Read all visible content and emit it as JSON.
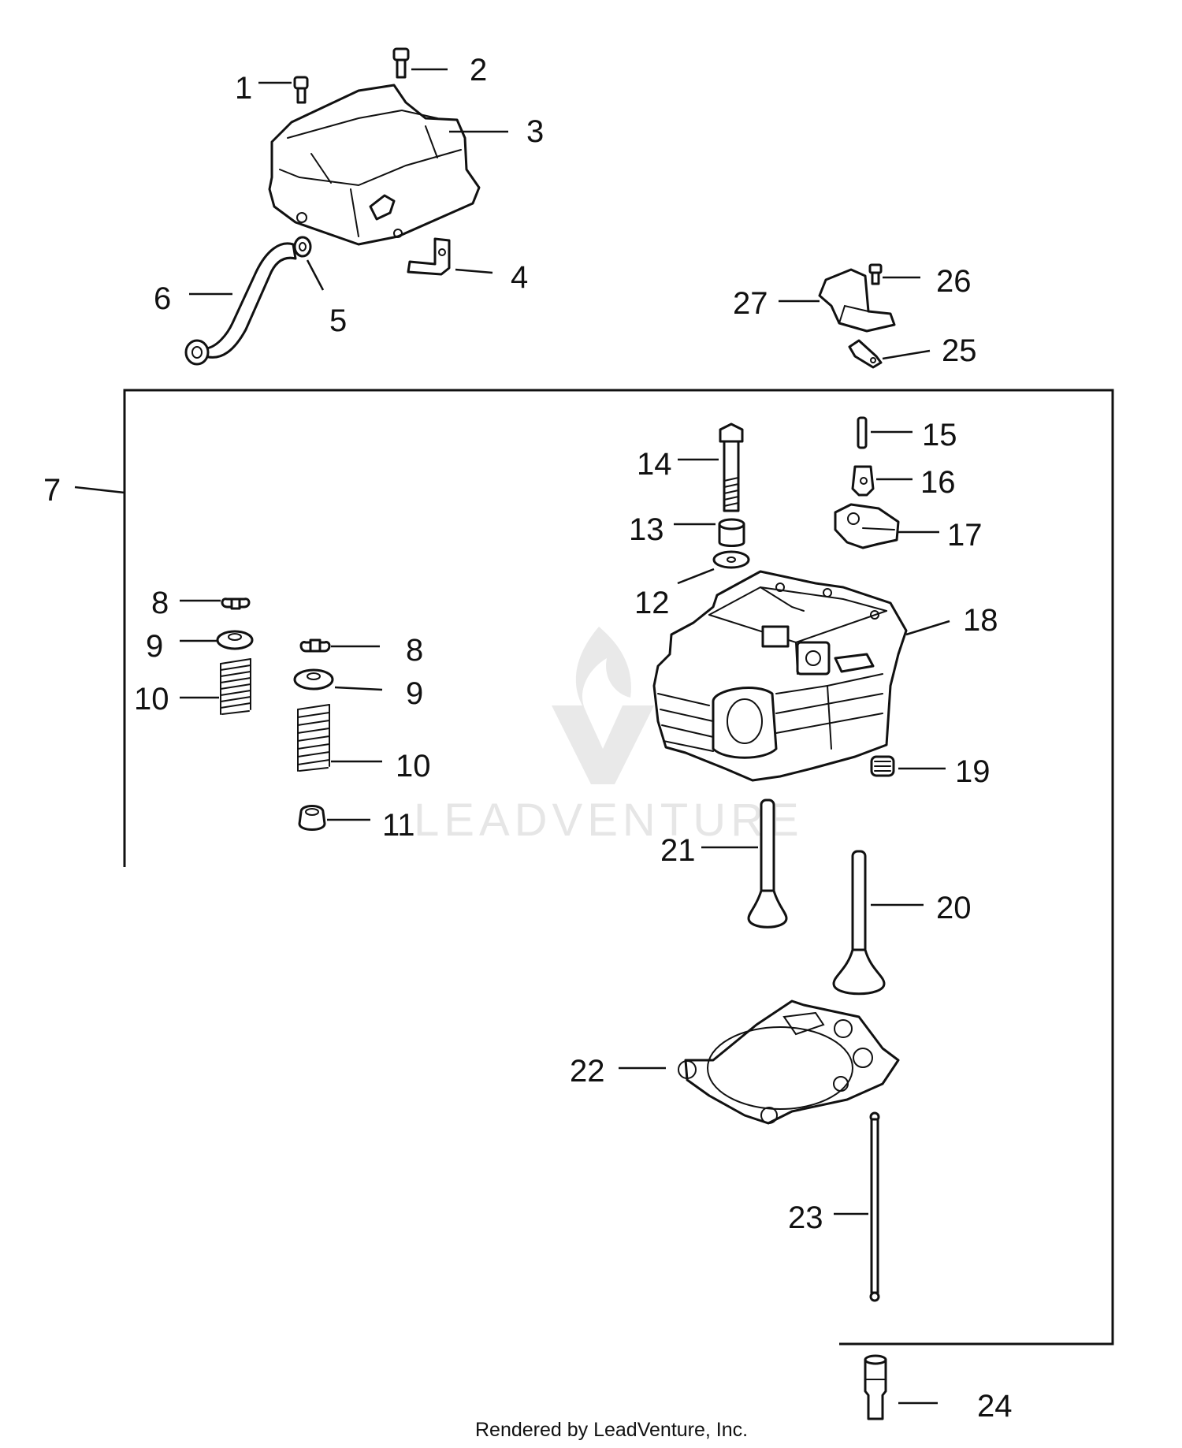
{
  "diagram": {
    "callouts": [
      "1",
      "2",
      "3",
      "4",
      "5",
      "6",
      "7",
      "8",
      "9",
      "10",
      "8",
      "9",
      "10",
      "11",
      "12",
      "13",
      "14",
      "15",
      "16",
      "17",
      "18",
      "19",
      "20",
      "21",
      "22",
      "23",
      "24",
      "25",
      "26",
      "27"
    ]
  },
  "watermark": {
    "text": "LEADVENTURE"
  },
  "footer": {
    "credit": "Rendered by LeadVenture, Inc."
  },
  "colors": {
    "ink": "#111111",
    "watermark": "#e6e6e6",
    "background": "#ffffff"
  }
}
